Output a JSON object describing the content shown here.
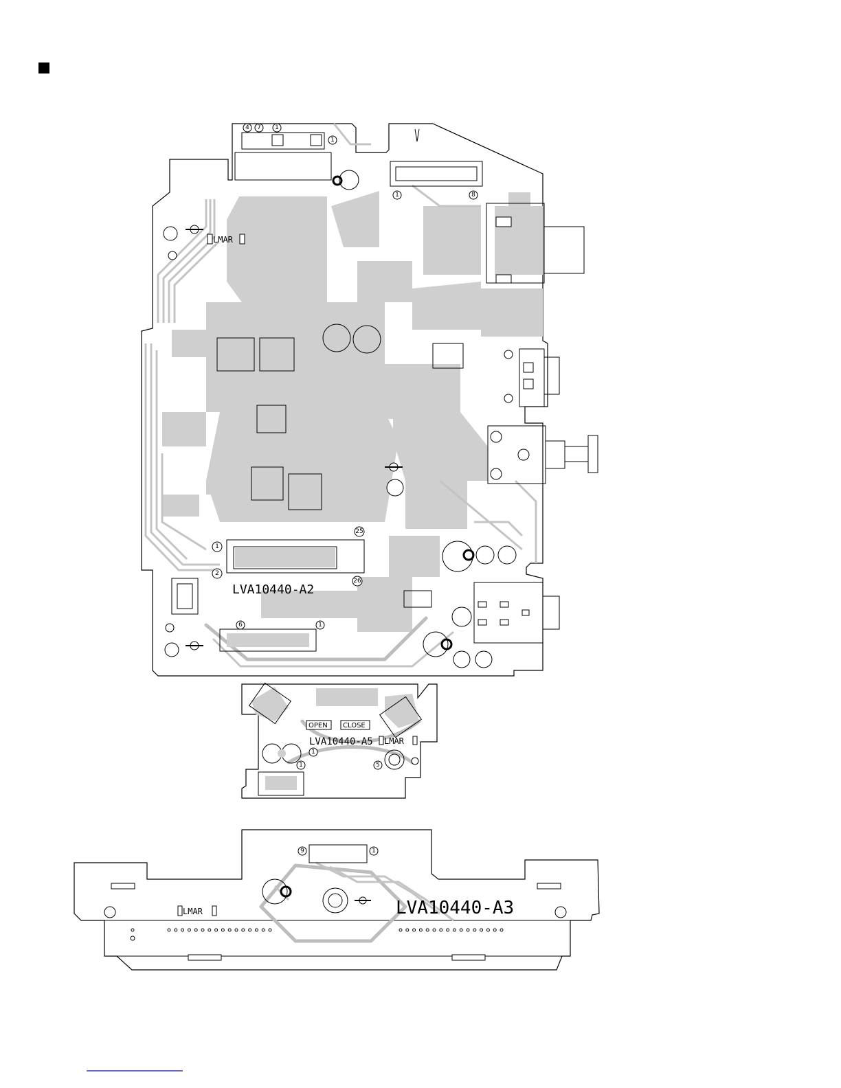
{
  "boards": {
    "main": {
      "name": "LVA10440-A2",
      "mark": "LMAR"
    },
    "mid": {
      "name": "LVA10440-A5",
      "mark": "LMAR",
      "open_label": "OPEN",
      "close_label": "CLOSE"
    },
    "bottom": {
      "name": "LVA10440-A3",
      "mark": "LMAR"
    }
  },
  "pin_labels": {
    "main_top_4": "4",
    "main_top_7": "7",
    "main_top_1a": "1",
    "main_top_1b": "1",
    "cn_right_1": "1",
    "cn_right_8": "8",
    "cn_bottom_1": "1",
    "cn_bottom_2": "2",
    "cn_bottom_25": "25",
    "cn_bottom_26": "26",
    "cn_lower_6": "6",
    "cn_lower_1": "1",
    "mid_1a": "1",
    "mid_1b": "1",
    "mid_5": "5",
    "bottom_9": "9",
    "bottom_1": "1"
  },
  "colors": {
    "copper": "#cfcfcf",
    "outline": "#000000",
    "background": "#ffffff"
  }
}
